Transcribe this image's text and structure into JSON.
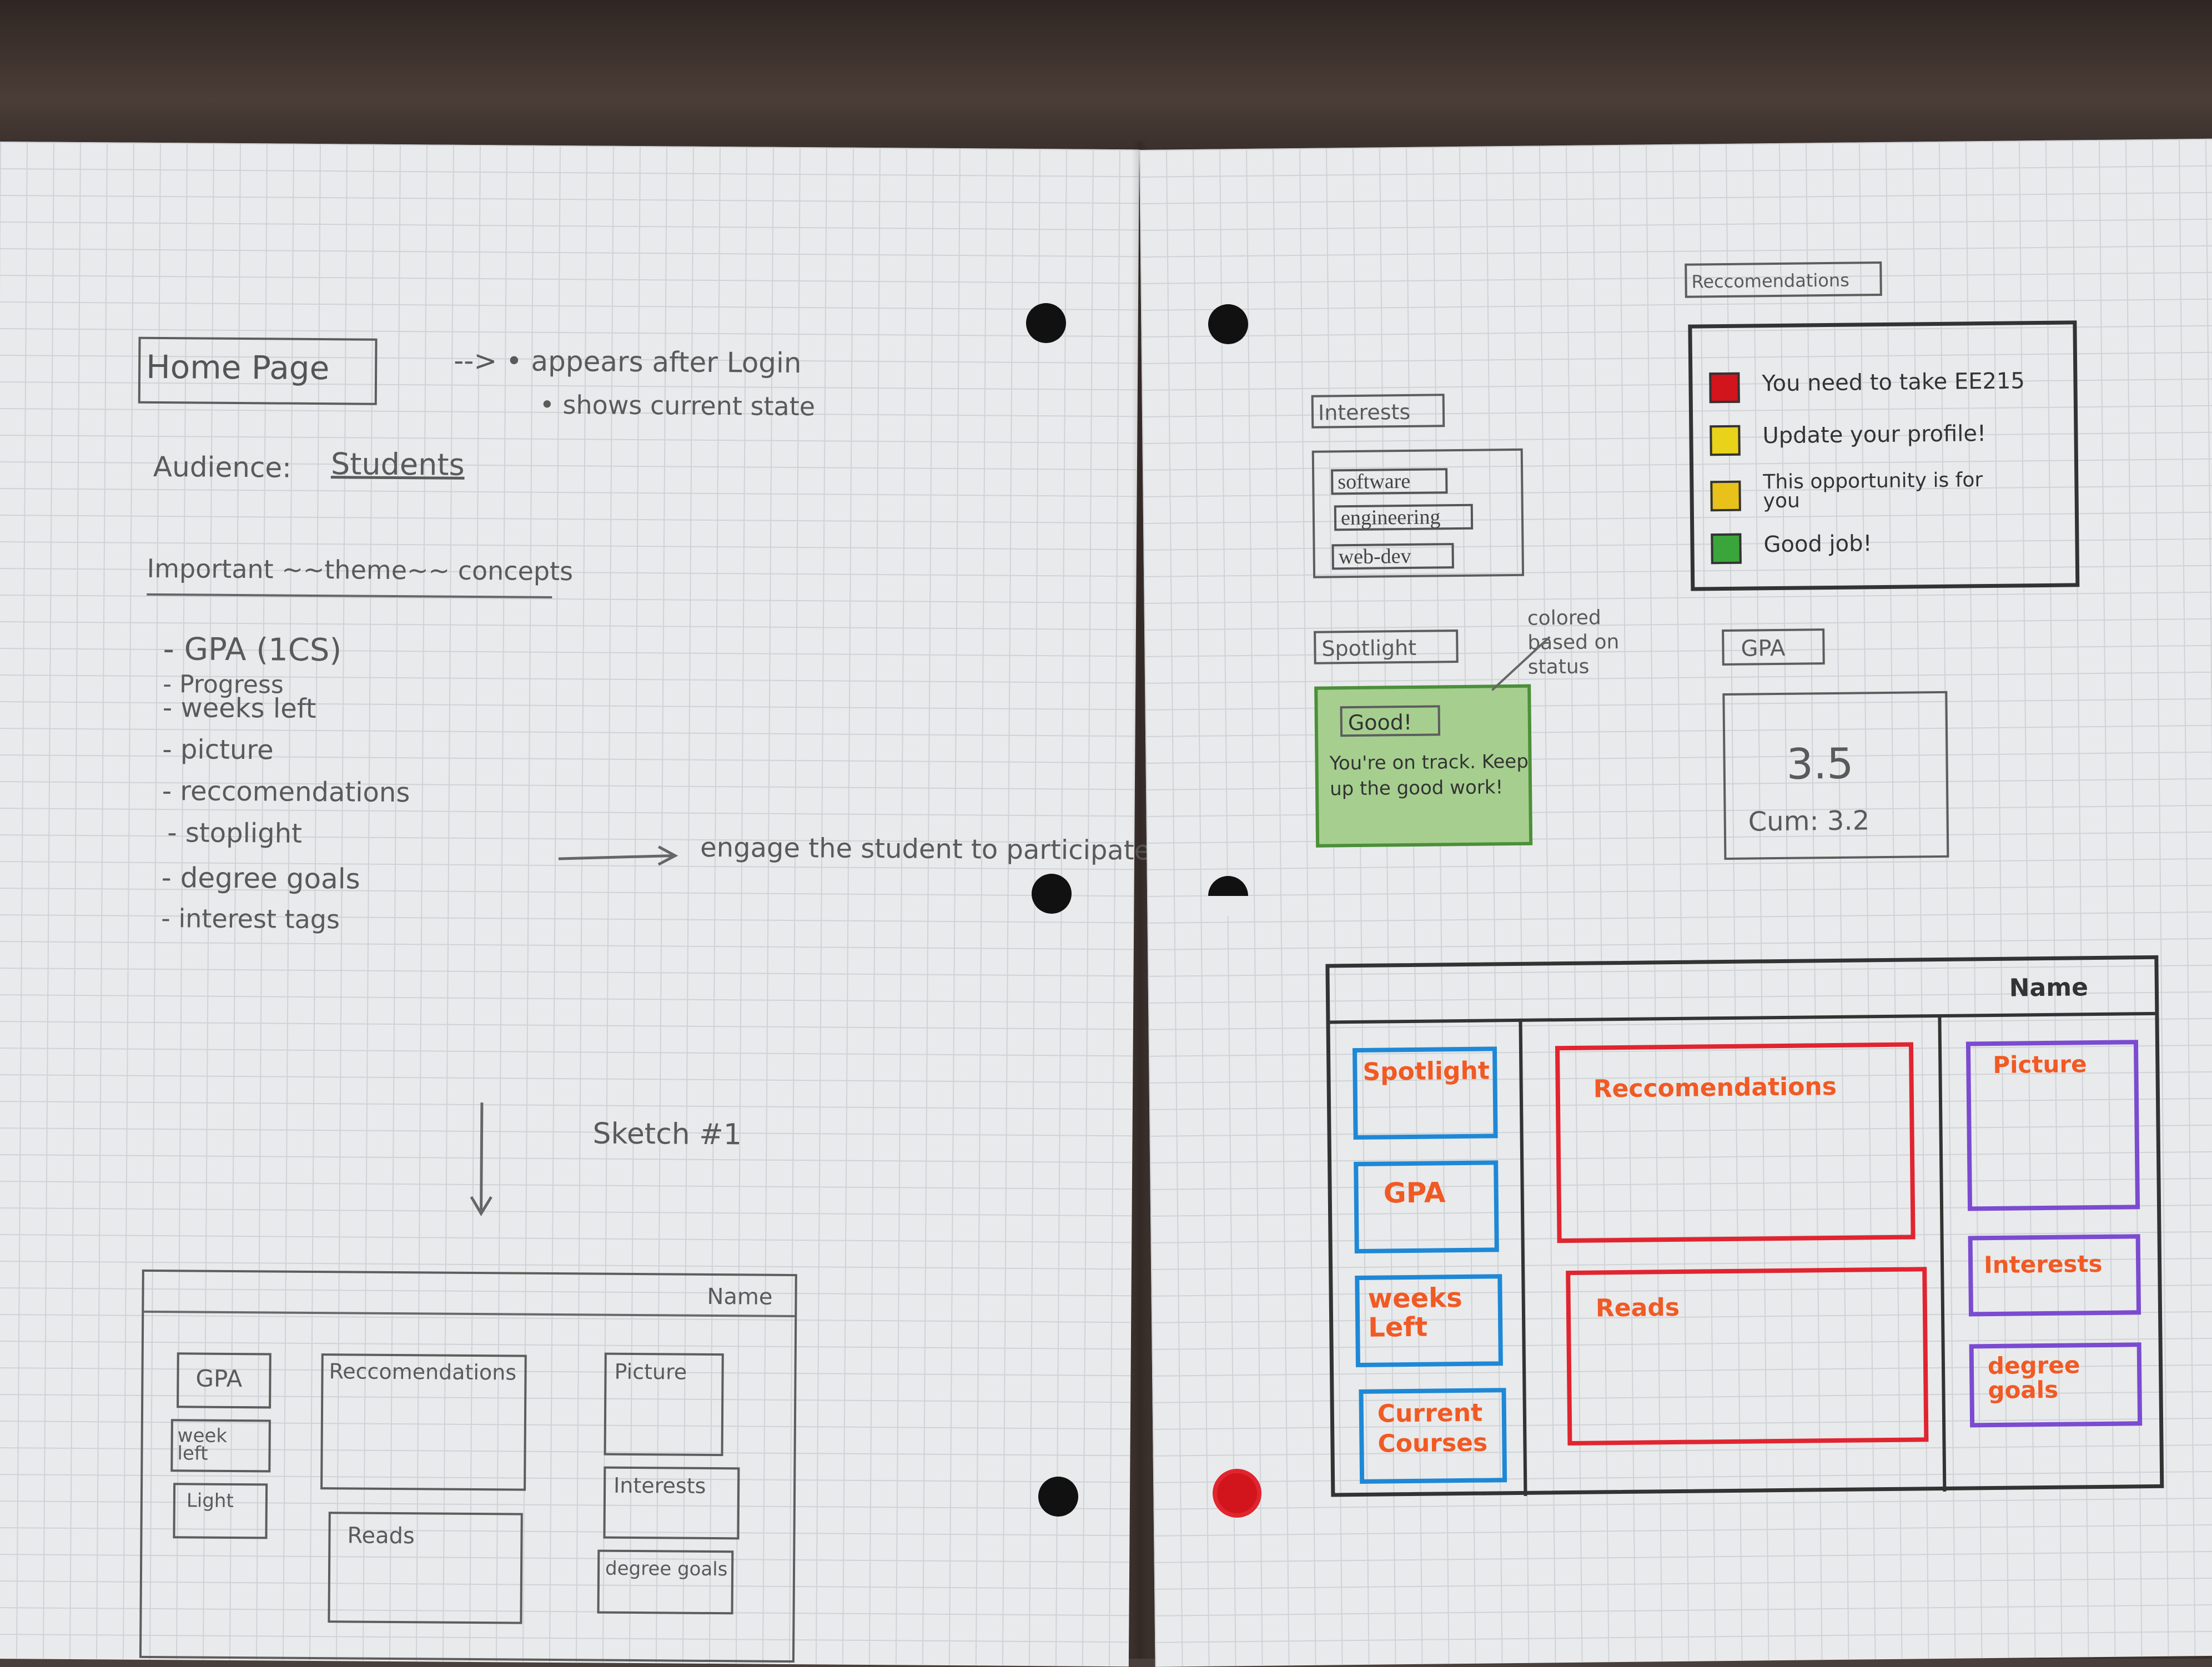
{
  "left_page": {
    "title_box": "Home Page",
    "notes": [
      "--> • appears after Login",
      "• shows current state"
    ],
    "audience_label": "Audience:",
    "audience_value": "Students",
    "concepts_heading": "Important ~~theme~~ concepts",
    "concepts": [
      "- GPA (1CS)",
      "- Progress",
      "- weeks left",
      "- picture",
      "- reccomendations",
      "- stoplight",
      "- degree goals",
      "- interest tags"
    ],
    "engage_note": "engage the student to participate.",
    "sketch_label": "Sketch #1",
    "sketch": {
      "name": "Name",
      "gpa": "GPA",
      "weeks_left": "week left",
      "light": "Light",
      "recommendations": "Reccomendations",
      "reads": "Reads",
      "picture": "Picture",
      "interests": "Interests",
      "degree_goals": "degree goals"
    }
  },
  "right_page": {
    "interests_label": "Interests",
    "interest_tags": [
      "software",
      "engineering",
      "web-dev"
    ],
    "spotlight_label": "Spotlight",
    "spotlight_status": "Good!",
    "spotlight_message": "You're on track. Keep up the good work!",
    "spotlight_note": "colored based on status",
    "recommendations_label": "Reccomendations",
    "recommendations": [
      {
        "text": "You need to take EE215",
        "color": "#d2141c"
      },
      {
        "text": "Update your profile!",
        "color": "#e8d21a"
      },
      {
        "text": "This opportunity is for you",
        "color": "#e8c21a"
      },
      {
        "text": "Good job!",
        "color": "#3aa53a"
      }
    ],
    "gpa_label": "GPA",
    "gpa_value": "3.5",
    "gpa_cum": "Cum: 3.2",
    "wireframe": {
      "name": "Name",
      "spotlight": "Spotlight",
      "gpa": "GPA",
      "weeks_left": "weeks Left",
      "current_courses": "Current Courses",
      "recommendations": "Reccomendations",
      "reads": "Reads",
      "picture": "Picture",
      "interests": "Interests",
      "degree_goals": "degree goals"
    }
  }
}
